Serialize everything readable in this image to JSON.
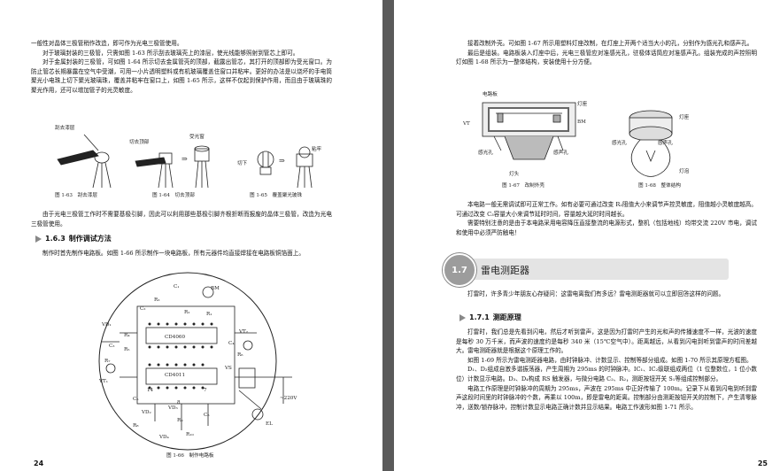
{
  "left": {
    "paragraphs_top": [
      "一般性对晶体三极管稍作改造，即可作为光电三极管使用。",
      "对于玻璃封装的三极管，只需如图 1-63 所示刮去玻璃壳上的漆层，使光线能够照射到管芯上即可。",
      "对于金属封装的三极管，可如图 1-64 所示切去金属管壳的顶部，截露出管芯，其打开的顶部即为受光窗口。为防止管芯长期暴露在空气中受潮，可用一小片透明塑料或有机玻璃覆盖住窗口并粘牢。更好的办法是以烧坏的手电筒聚光小电珠上切下聚光玻璃珠，覆盖并粘牢在窗口上，如图 1-65 所示，这样不仅起到保护作用，而且由于玻璃珠的聚光作用，还可以增加管子的光灵敏度。"
    ],
    "fig_labels": {
      "scrape": "刮去漆层",
      "cut_top": "切去顶部",
      "light_window": "受光窗",
      "cut": "切下",
      "glue": "粘牢"
    },
    "fig_captions": {
      "f63": "图 1-63　刮去漆层",
      "f64": "图 1-64　切去顶部",
      "f65": "图 1-65　覆盖聚光玻珠"
    },
    "para_after_fig": "由于光电三极管工作时不需要基极引脚，因此可以利用那些基极引脚齐根折断而报废的晶体三极管，改造为光电三极管使用。",
    "section": {
      "number": "1.6.3",
      "title": "制作调试方法"
    },
    "para_section": "制作时首先制作电路板。如图 1-66 所示制作一块电路板，所有元器件均直接焊接在电路板铜箔面上。",
    "board_labels": {
      "c1": "C₁",
      "r3": "R₃",
      "bm": "BM",
      "c2": "C₂",
      "r2": "R₂",
      "r1": "R₁",
      "vd1": "VD₁",
      "r4": "R₄",
      "vt2": "VT₂",
      "c3": "C₃",
      "r5": "R₅",
      "ic1": "CD4060",
      "r7": "R₇",
      "c4": "C₄",
      "vt1": "VT₁",
      "r6": "R₆",
      "ic2": "CD4011",
      "vs": "VS",
      "n14": "14",
      "n7": "7",
      "n8": "8",
      "c5": "C₅",
      "vd2": "VD₂",
      "vd3": "VD₃",
      "r8": "R₈",
      "r9": "R₉",
      "c6": "C₆",
      "r10": "R₁₀",
      "vd4": "VD₄",
      "ac": "~220V",
      "el": "EL"
    },
    "fig_caption_66": "图 1-66　制作电路板",
    "page_number": "24"
  },
  "right": {
    "paragraphs_top": [
      "接着改制外壳。可如图 1-67 所示用塑料灯座改制，在灯座上开两个适当大小的孔，分别作为感光孔和感声孔。",
      "最后是组装。电路板装入灯座中后，光电三极管应对准感光孔，驻极体话筒应对准感声孔。组装完成的声控照明灯如图 1-68 所示为一整体结构，安装使用十分方便。"
    ],
    "fig67_labels": {
      "board": "电路板",
      "socket": "灯座",
      "vt": "VT",
      "bm": "BM",
      "light_hole": "感光孔",
      "sound_hole": "感声孔",
      "lamp_head": "灯头"
    },
    "fig68_labels": {
      "socket": "灯座",
      "light_hole": "感光孔",
      "sound_hole": "感声孔",
      "bulb": "灯泡"
    },
    "fig_captions": {
      "f67": "图 1-67　改制外壳",
      "f68": "图 1-68　整体结构"
    },
    "paras_mid": [
      "本电路一般无需调试即可正常工作。如有必要可通过改变 R₂阻值大小来调节声控灵敏度，阻值越小灵敏度越高。可通过改变 C₃容量大小来调节延时时间，容量越大延时时间越长。",
      "需要特别注意的是由于本电路采用电容降压直接整流的电源形式，整机（包括地线）均带交流 220V 市电，调试和使用中必须严防触电！"
    ],
    "chapter": {
      "number": "1.7",
      "title": "雷电测距器"
    },
    "para_chapter": "打雷时，许多青少年朋友心存疑问：这雷电离我们有多远？雷电测距器就可以立即回答这样的问题。",
    "section": {
      "number": "1.7.1",
      "title": "测距原理"
    },
    "paras_end": [
      "打雷时，我们总是先看到闪电，然后才听到雷声，这是因为打雷时产生的光和声的传播速度不一样，光波的速度是每秒 30 万千米，而声波的速度约是每秒 340 米（15℃空气中）。距离越远，从看到闪电到听到雷声的时间差越大。雷电测距器就是根据这个原理工作的。",
      "如图 1-69 所示为雷电测距器电路，由时钟脉冲、计数显示、控制等部分组成。如图 1-70 所示其原理方框图。",
      "D₁、D₂组成自激多谐振荡器，产生周期为 295ms 的时钟脉冲。IC₁、IC₂级联组成两位（1 位整数位，1 位小数位）计数显示电路。D₃、D₄构成 RS 触发器，与微分电路 C₂、R₂，测距按钮开关 S₁等组成控制部分。",
      "电路工作原理是时钟脉冲的周期为 295ms，声波在 295ms 中正好传输了 100m。记录下从看到闪电到听到雷声这段时间里的时钟脉冲的个数，再乘以 100m，即是雷电的距离。控制部分由测距按钮开关的控制下，产生清零脉冲，送数/锁存脉冲，控制计数显示电路正确计数并显示结果。电路工作波形如图 1-71 所示。"
    ],
    "page_number": "25"
  }
}
